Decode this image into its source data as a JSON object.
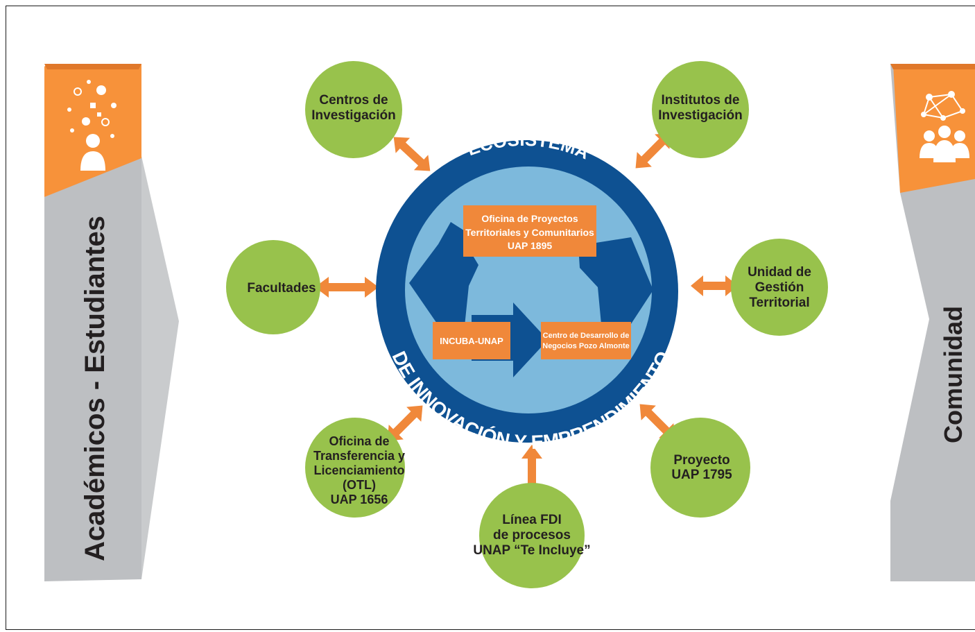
{
  "left_panel": {
    "label": "Académicos - Estudiantes"
  },
  "right_panel": {
    "label": "Comunidad"
  },
  "hub": {
    "title_top": "ECOSISTEMA",
    "title_bottom": "DE INNOVACIÓN Y EMPRENDIMIENTO",
    "office_lines": [
      "Oficina de Proyectos",
      "Territoriales y Comunitarios",
      "UAP 1895"
    ],
    "incuba": "INCUBA-UNAP",
    "centro_lines": [
      "Centro de Desarrollo de",
      "Negocios Pozo Almonte"
    ]
  },
  "nodes": {
    "centros": [
      "Centros de",
      "Investigación"
    ],
    "institutos": [
      "Institutos de",
      "Investigación"
    ],
    "facultades": [
      "Facultades"
    ],
    "unidad": [
      "Unidad de",
      "Gestión",
      "Territorial"
    ],
    "otl": [
      "Oficina de",
      "Transferencia y",
      "Licenciamiento",
      "(OTL)",
      "UAP 1656"
    ],
    "proyecto": [
      "Proyecto",
      "UAP 1795"
    ],
    "linea": [
      "Línea FDI",
      "de procesos",
      "UNAP “Te Incluye”"
    ]
  },
  "colors": {
    "green": "#98c24c",
    "navy": "#0e5192",
    "light_blue": "#7db9dc",
    "orange": "#f0883a",
    "gray": "#bdbfc2"
  }
}
